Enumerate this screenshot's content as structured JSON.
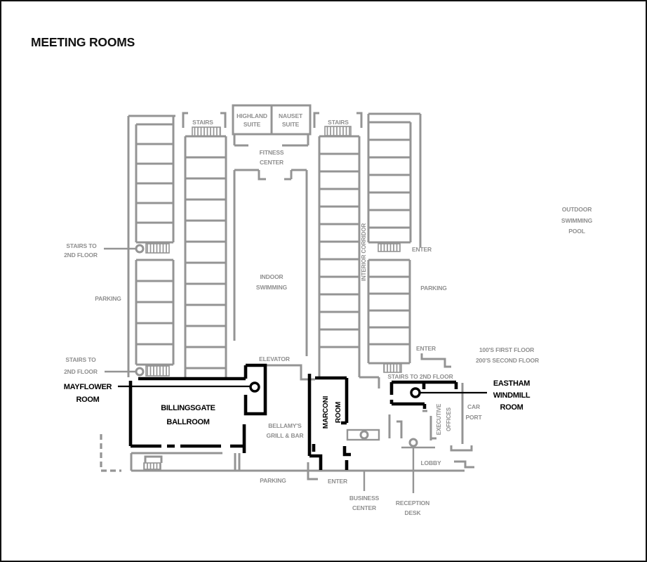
{
  "title": "MEETING ROOMS",
  "colors": {
    "line_gray": "#949494",
    "text_gray": "#8f8f8f",
    "line_black": "#000000",
    "background": "#ffffff"
  },
  "labels": {
    "stairs_left": "STAIRS",
    "stairs_right": "STAIRS",
    "highland": [
      "HIGHLAND",
      "SUITE"
    ],
    "nauset": [
      "NAUSET",
      "SUITE"
    ],
    "fitness": [
      "FITNESS",
      "CENTER"
    ],
    "stairs_2nd_upper": [
      "STAIRS TO",
      "2ND FLOOR"
    ],
    "stairs_2nd_lower": [
      "STAIRS TO",
      "2ND FLOOR"
    ],
    "stairs_2nd_mid": "STAIRS TO 2ND FLOOR",
    "parking_west": "PARKING",
    "parking_east": "PARKING",
    "parking_south": "PARKING",
    "indoor_swimming": [
      "INDOOR",
      "SWIMMING"
    ],
    "interior_corridor": "INTERIOR CORRIDOR",
    "outdoor_pool": [
      "OUTDOOR",
      "SWIMMING",
      "POOL"
    ],
    "enter_east": "ENTER",
    "enter_southeast": "ENTER",
    "enter_south": "ENTER",
    "floors_note": [
      "100'S FIRST FLOOR",
      "200'S SECOND FLOOR"
    ],
    "elevator": "ELEVATOR",
    "mayflower": [
      "MAYFLOWER",
      "ROOM"
    ],
    "billingsgate": [
      "BILLINGSGATE",
      "BALLROOM"
    ],
    "bellamys": [
      "BELLAMY'S",
      "GRILL & BAR"
    ],
    "marconi": [
      "MARCONI",
      "ROOM"
    ],
    "eastham": [
      "EASTHAM",
      "WINDMILL",
      "ROOM"
    ],
    "executive": [
      "EXECUTIVE",
      "OFFICES"
    ],
    "car_port": [
      "CAR",
      "PORT"
    ],
    "lobby": "LOBBY",
    "business_center": [
      "BUSINESS",
      "CENTER"
    ],
    "reception": [
      "RECEPTION",
      "DESK"
    ]
  }
}
